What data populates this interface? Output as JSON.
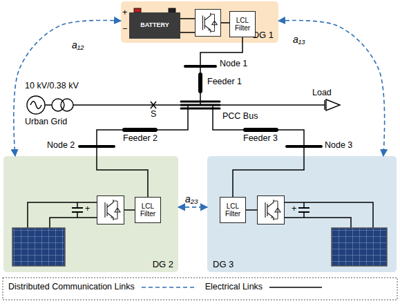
{
  "diagram": {
    "nodes": [
      {
        "text": [
          "DG 1"
        ]
      },
      {
        "text": [
          "BATTERY"
        ],
        "in": 0
      },
      {
        "text": [
          "LCL Filter"
        ],
        "in": 0
      },
      {
        "text": [
          "DG 2"
        ]
      },
      {
        "text": [
          "LCL Filter"
        ],
        "in": 3
      },
      {
        "text": [
          "DG 3"
        ]
      },
      {
        "text": [
          "LCL Filter"
        ],
        "in": 5
      }
    ],
    "edges": [
      {
        "from": 0,
        "to": 3,
        "arrow": "both",
        "label": "a₁₂"
      },
      {
        "from": 0,
        "to": 5,
        "arrow": "both",
        "label": "a₁₃"
      },
      {
        "from": 3,
        "to": 5,
        "arrow": "both",
        "label": "a₂₃"
      }
    ],
    "labels": [
      "10 kV/0.38 kV",
      "Urban Grid",
      "S",
      "PCC Bus",
      "Load",
      "Node 1",
      "Feeder 1",
      "Node 2",
      "Feeder 2",
      "Node 3",
      "Feeder 3",
      "+",
      "−",
      "+",
      "+"
    ],
    "legend": [
      {
        "text": "Distributed Communication Links"
      },
      {
        "text": "Electrical Links"
      }
    ]
  }
}
